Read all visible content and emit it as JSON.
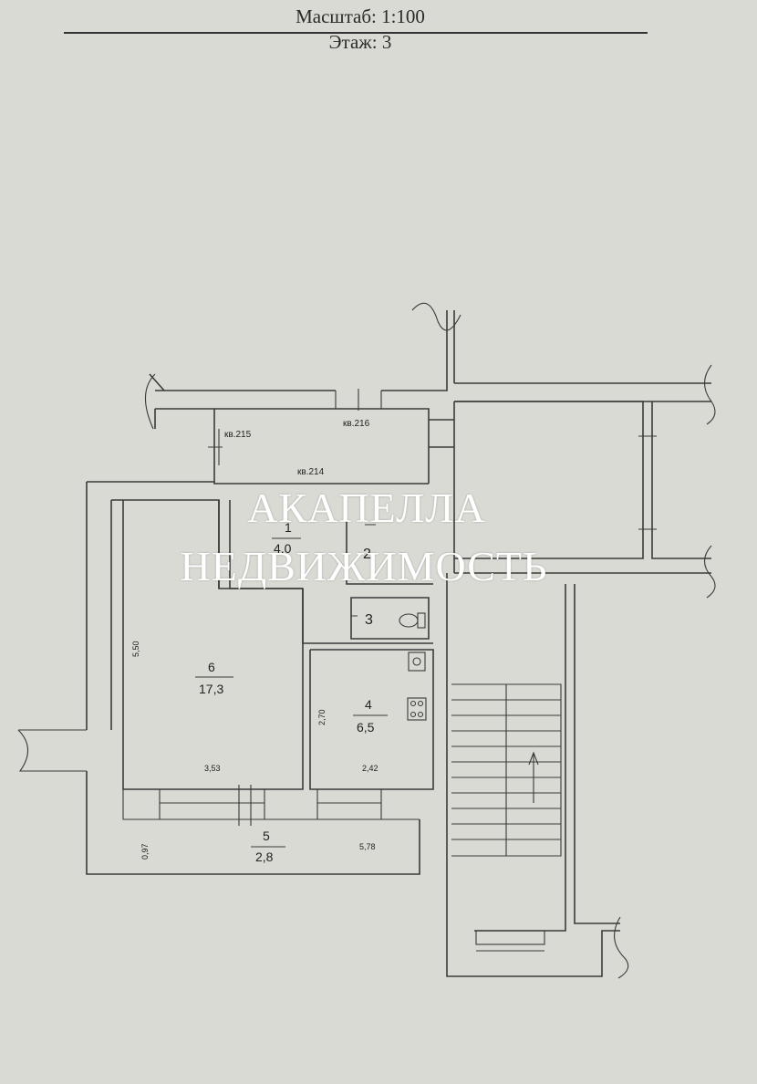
{
  "header": {
    "scale_label": "Масштаб: 1:100",
    "floor_label": "Этаж: 3"
  },
  "apartments": {
    "left": "кв.215",
    "top": "кв.216",
    "middle": "кв.214"
  },
  "rooms": [
    {
      "number": "1",
      "area": "4,0"
    },
    {
      "number": "2",
      "area": ""
    },
    {
      "number": "3",
      "area": ""
    },
    {
      "number": "4",
      "area": "6,5"
    },
    {
      "number": "5",
      "area": "2,8"
    },
    {
      "number": "6",
      "area": "17,3"
    }
  ],
  "dimensions": {
    "room6_height": "5,50",
    "room6_width": "3,53",
    "room4_height": "2,70",
    "room4_width": "2,42",
    "balcony_depth": "0,97",
    "balcony_width": "5,78"
  },
  "watermark": {
    "line1": "АКАПЕЛЛА",
    "line2": "НЕДВИЖИМОСТЬ"
  },
  "colors": {
    "paper": "#d9dad4",
    "ink": "#3a3a3a",
    "watermark": "#ffffff"
  }
}
